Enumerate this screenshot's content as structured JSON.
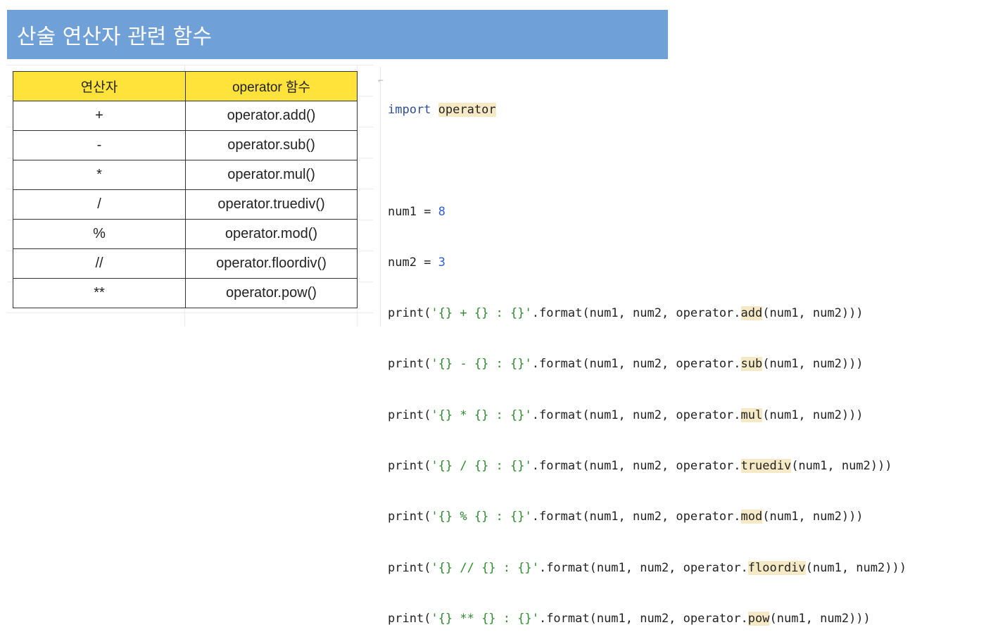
{
  "title": "산술 연산자 관련 함수",
  "table": {
    "headers": [
      "연산자",
      "operator 함수"
    ],
    "rows": [
      {
        "op": "+",
        "func": "operator.add()"
      },
      {
        "op": "-",
        "func": "operator.sub()"
      },
      {
        "op": "*",
        "func": "operator.mul()"
      },
      {
        "op": "/",
        "func": "operator.truediv()"
      },
      {
        "op": "%",
        "func": "operator.mod()"
      },
      {
        "op": "//",
        "func": "operator.floordiv()"
      },
      {
        "op": "**",
        "func": "operator.pow()"
      }
    ]
  },
  "code": {
    "import_kw": "import",
    "import_mod": "operator",
    "assign1": {
      "name": "num1 = ",
      "value": "8"
    },
    "assign2": {
      "name": "num2 = ",
      "value": "3"
    },
    "prints": [
      {
        "pre": "print(",
        "str": "'{} + {} : {}'",
        "mid": ".format(num1, num2, operator.",
        "fn": "add",
        "post": "(num1, num2)))"
      },
      {
        "pre": "print(",
        "str": "'{} - {} : {}'",
        "mid": ".format(num1, num2, operator.",
        "fn": "sub",
        "post": "(num1, num2)))"
      },
      {
        "pre": "print(",
        "str": "'{} * {} : {}'",
        "mid": ".format(num1, num2, operator.",
        "fn": "mul",
        "post": "(num1, num2)))"
      },
      {
        "pre": "print(",
        "str": "'{} / {} : {}'",
        "mid": ".format(num1, num2, operator.",
        "fn": "truediv",
        "post": "(num1, num2)))"
      },
      {
        "pre": "print(",
        "str": "'{} % {} : {}'",
        "mid": ".format(num1, num2, operator.",
        "fn": "mod",
        "post": "(num1, num2)))"
      },
      {
        "pre": "print(",
        "str": "'{} // {} : {}'",
        "mid": ".format(num1, num2, operator.",
        "fn": "floordiv",
        "post": "(num1, num2)))"
      },
      {
        "pre": "print(",
        "str": "'{} ** {} : {}'",
        "mid": ".format(num1, num2, operator.",
        "fn": "pow",
        "post": "(num1, num2)))"
      }
    ]
  },
  "colors": {
    "title_bar": "#6fa0d8",
    "header_fill": "#ffe23a",
    "highlight": "#f6e9c5",
    "keyword": "#2f4d9c",
    "string": "#2e8a2e",
    "number": "#2e5fd1"
  }
}
